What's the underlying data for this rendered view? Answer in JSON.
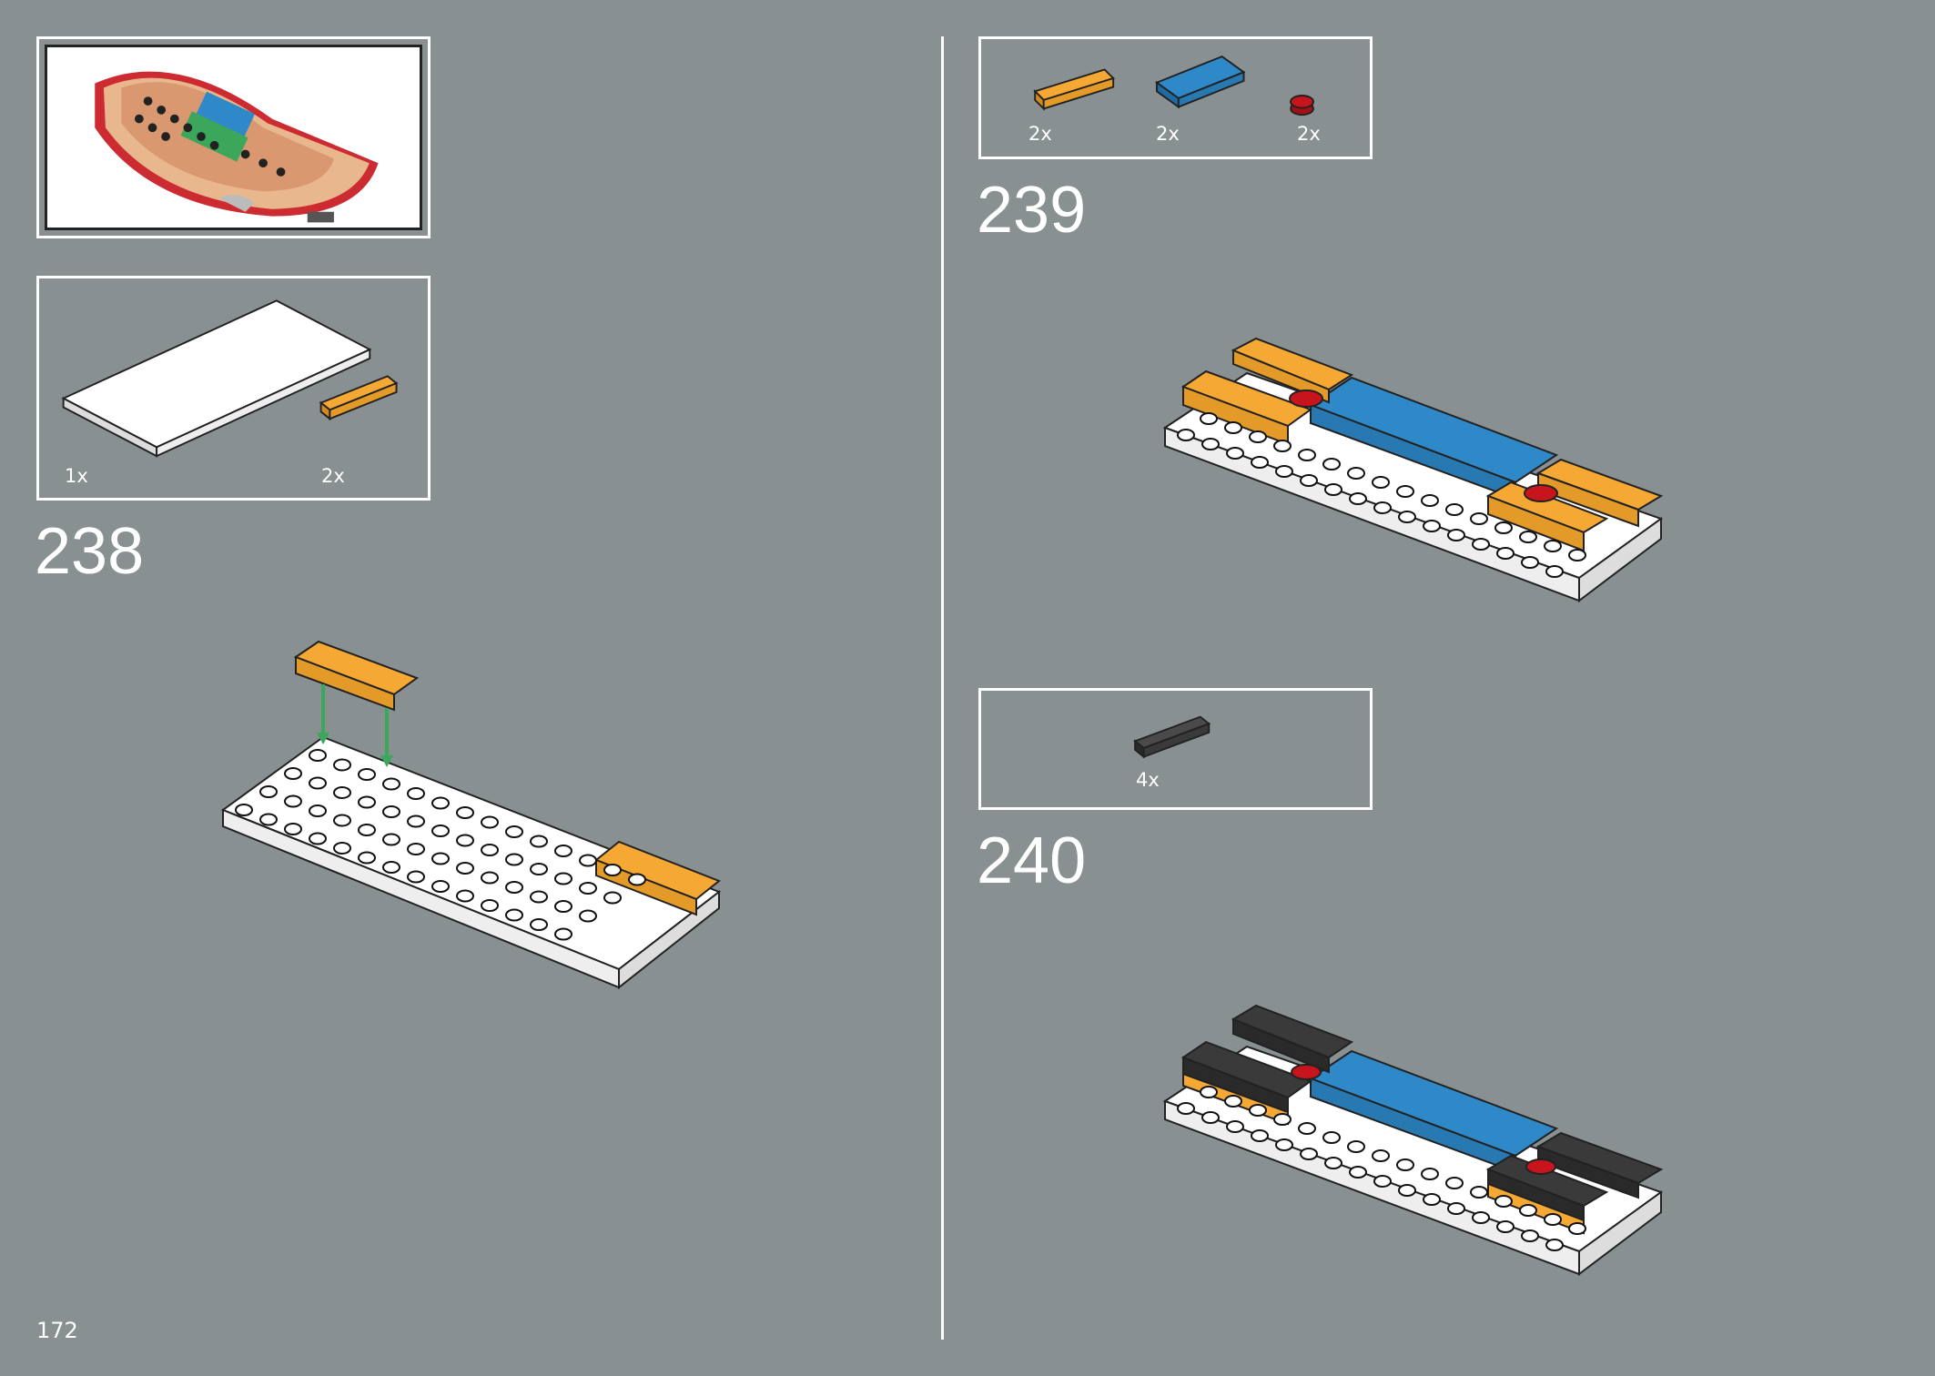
{
  "page_number": "172",
  "steps": [
    {
      "number": "238",
      "parts": [
        {
          "qty": "1x",
          "part": "white-plate-icon"
        },
        {
          "qty": "2x",
          "part": "orange-plate-1x3-icon"
        }
      ]
    },
    {
      "number": "239",
      "parts": [
        {
          "qty": "2x",
          "part": "orange-plate-1x3-icon"
        },
        {
          "qty": "2x",
          "part": "blue-plate-2x4-icon"
        },
        {
          "qty": "2x",
          "part": "red-round-tile-icon"
        }
      ]
    },
    {
      "number": "240",
      "parts": [
        {
          "qty": "4x",
          "part": "black-plate-1x3-icon"
        }
      ]
    }
  ],
  "colors": {
    "background": "#899091",
    "white": "#ffffff",
    "orange": "#f5a833",
    "blue": "#2f88c8",
    "red": "#c8141c",
    "black": "#3a3a3a",
    "green": "#3aa75a",
    "tan": "#d99870"
  }
}
